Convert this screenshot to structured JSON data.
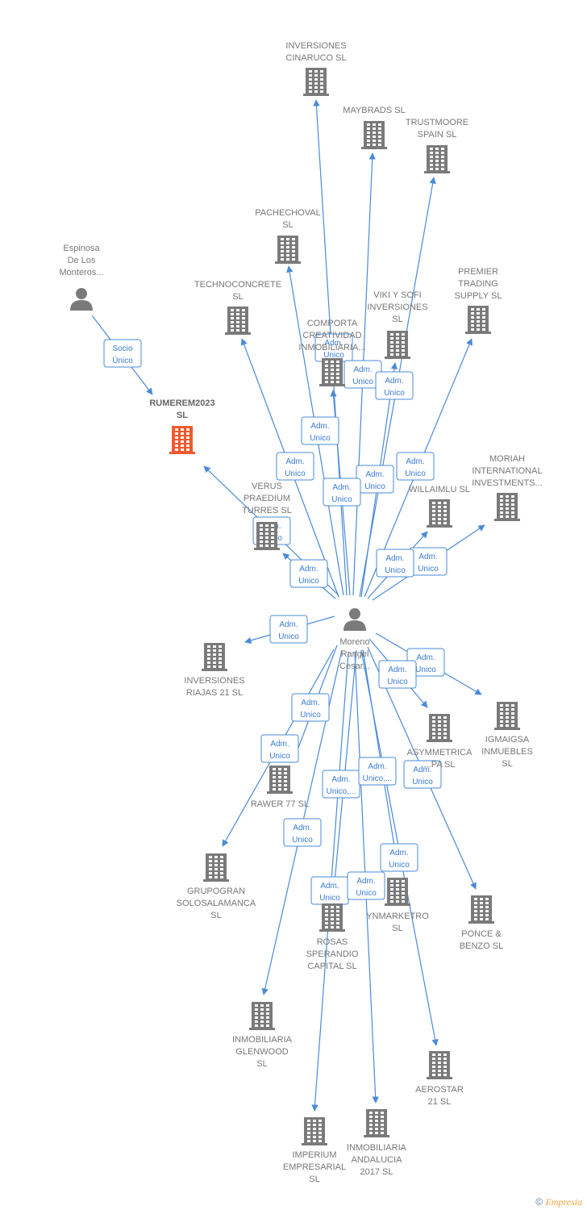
{
  "colors": {
    "edge": "#4a8ad8",
    "node": "#7a7a7a",
    "focus": "#ef5a2e",
    "label": "#777777"
  },
  "nodes": [
    {
      "id": "inversiones_cinaruco",
      "type": "company",
      "label": [
        "INVERSIONES",
        "CINARUCO  SL"
      ]
    },
    {
      "id": "maybrads",
      "type": "company",
      "label": [
        "MAYBRADS  SL"
      ]
    },
    {
      "id": "trustmoore",
      "type": "company",
      "label": [
        "TRUSTMOORE",
        "SPAIN  SL"
      ]
    },
    {
      "id": "pachechoval",
      "type": "company",
      "label": [
        "PACHECHOVAL",
        "SL"
      ]
    },
    {
      "id": "premier",
      "type": "company",
      "label": [
        "PREMIER",
        "TRADING",
        "SUPPLY  SL"
      ]
    },
    {
      "id": "espinosa",
      "type": "person",
      "label": [
        "Espinosa",
        "De Los",
        "Monteros..."
      ]
    },
    {
      "id": "technoconcrete",
      "type": "company",
      "label": [
        "TECHNOCONCRETE",
        "SL"
      ]
    },
    {
      "id": "viki",
      "type": "company",
      "label": [
        "VIKI Y SOFI",
        "INVERSIONES",
        "SL"
      ]
    },
    {
      "id": "comporta",
      "type": "company",
      "label": [
        "COMPORTA",
        "CREATIVIDAD",
        "INMOBILIARIA..."
      ]
    },
    {
      "id": "rumerem",
      "type": "company",
      "focus": true,
      "label": [
        "RUMEREM2023",
        "SL"
      ]
    },
    {
      "id": "moriah",
      "type": "company",
      "label": [
        "MORIAH",
        "INTERNATIONAL",
        "INVESTMENTS..."
      ]
    },
    {
      "id": "willaimlu",
      "type": "company",
      "label": [
        "WILLAIMLU  SL"
      ]
    },
    {
      "id": "verus",
      "type": "company",
      "label": [
        "VERUS",
        "PRAEDIUM",
        "TURRES  SL"
      ]
    },
    {
      "id": "moreno",
      "type": "person",
      "label": [
        "Moreno",
        "Rangel",
        "Cesar..."
      ]
    },
    {
      "id": "inversiones_riajas",
      "type": "company",
      "label": [
        "INVERSIONES",
        "RIAJAS 21  SL"
      ]
    },
    {
      "id": "igmaigsa",
      "type": "company",
      "label": [
        "IGMAIGSA",
        "INMUEBLES",
        "SL"
      ]
    },
    {
      "id": "asymmetrica",
      "type": "company",
      "label": [
        "ASYMMETRICA",
        "...PA  SL"
      ]
    },
    {
      "id": "rawer",
      "type": "company",
      "label": [
        "RAWER 77  SL"
      ]
    },
    {
      "id": "grupogran",
      "type": "company",
      "label": [
        "GRUPOGRAN",
        "SOLOSALAMANCA",
        "SL"
      ]
    },
    {
      "id": "ynmarketro",
      "type": "company",
      "label": [
        "YNMARKETRO",
        "SL"
      ]
    },
    {
      "id": "ponce",
      "type": "company",
      "label": [
        "PONCE &",
        "BENZO  SL"
      ]
    },
    {
      "id": "rosas",
      "type": "company",
      "label": [
        "ROSAS",
        "SPERANDIO",
        "CAPITAL  SL"
      ]
    },
    {
      "id": "glenwood",
      "type": "company",
      "label": [
        "INMOBILIARIA",
        "GLENWOOD",
        "SL"
      ]
    },
    {
      "id": "aerostar",
      "type": "company",
      "label": [
        "AEROSTAR",
        "21  SL"
      ]
    },
    {
      "id": "imperium",
      "type": "company",
      "label": [
        "IMPERIUM",
        "EMPRESARIAL",
        "SL"
      ]
    },
    {
      "id": "andalucia",
      "type": "company",
      "label": [
        "INMOBILIARIA",
        "ANDALUCIA",
        "2017  SL"
      ]
    }
  ],
  "edges": [
    {
      "from": "espinosa",
      "to": "rumerem",
      "label": [
        "Socio",
        "Único"
      ]
    },
    {
      "from": "moreno",
      "to": "rumerem",
      "label": [
        "Adm.",
        "Unico"
      ]
    },
    {
      "from": "moreno",
      "to": "inversiones_cinaruco",
      "label": [
        "Adm.",
        "Unico"
      ]
    },
    {
      "from": "moreno",
      "to": "maybrads",
      "label": [
        "Adm.",
        "Unico"
      ]
    },
    {
      "from": "moreno",
      "to": "trustmoore",
      "label": [
        "Adm.",
        "Unico"
      ]
    },
    {
      "from": "moreno",
      "to": "pachechoval",
      "label": [
        "Adm.",
        "Unico"
      ]
    },
    {
      "from": "moreno",
      "to": "premier",
      "label": [
        "Adm.",
        "Unico"
      ]
    },
    {
      "from": "moreno",
      "to": "technoconcrete",
      "label": [
        "Adm.",
        "Unico"
      ]
    },
    {
      "from": "moreno",
      "to": "viki",
      "label": [
        "Adm.",
        "Unico"
      ]
    },
    {
      "from": "moreno",
      "to": "comporta",
      "label": [
        "Adm.",
        "Unico"
      ]
    },
    {
      "from": "moreno",
      "to": "moriah",
      "label": [
        "Adm.",
        "Unico"
      ]
    },
    {
      "from": "moreno",
      "to": "willaimlu",
      "label": [
        "Adm.",
        "Unico"
      ]
    },
    {
      "from": "moreno",
      "to": "verus",
      "label": [
        "Adm.",
        "Unico"
      ]
    },
    {
      "from": "moreno",
      "to": "inversiones_riajas",
      "label": [
        "Adm.",
        "Unico"
      ]
    },
    {
      "from": "moreno",
      "to": "igmaigsa",
      "label": [
        "Adm.",
        "Unico"
      ]
    },
    {
      "from": "moreno",
      "to": "asymmetrica",
      "label": [
        "Adm.",
        "Unico"
      ]
    },
    {
      "from": "moreno",
      "to": "rawer",
      "label": [
        "Adm.",
        "Unico"
      ]
    },
    {
      "from": "moreno",
      "to": "grupogran",
      "label": [
        "Adm.",
        "Unico"
      ]
    },
    {
      "from": "moreno",
      "to": "ynmarketro",
      "label": [
        "Adm.",
        "Unico"
      ]
    },
    {
      "from": "moreno",
      "to": "ponce",
      "label": [
        "Adm.",
        "Unico"
      ]
    },
    {
      "from": "moreno",
      "to": "rosas",
      "label": [
        "Adm.",
        "Unico,..."
      ]
    },
    {
      "from": "moreno",
      "to": "glenwood",
      "label": [
        "Adm.",
        "Unico"
      ]
    },
    {
      "from": "moreno",
      "to": "aerostar",
      "label": [
        "Adm.",
        "Unico,..."
      ]
    },
    {
      "from": "moreno",
      "to": "imperium",
      "label": [
        "Adm.",
        "Unico"
      ]
    },
    {
      "from": "moreno",
      "to": "andalucia",
      "label": [
        "Adm.",
        "Unico"
      ]
    }
  ],
  "copyright": {
    "symbol": "©",
    "brand": "Empresia"
  }
}
